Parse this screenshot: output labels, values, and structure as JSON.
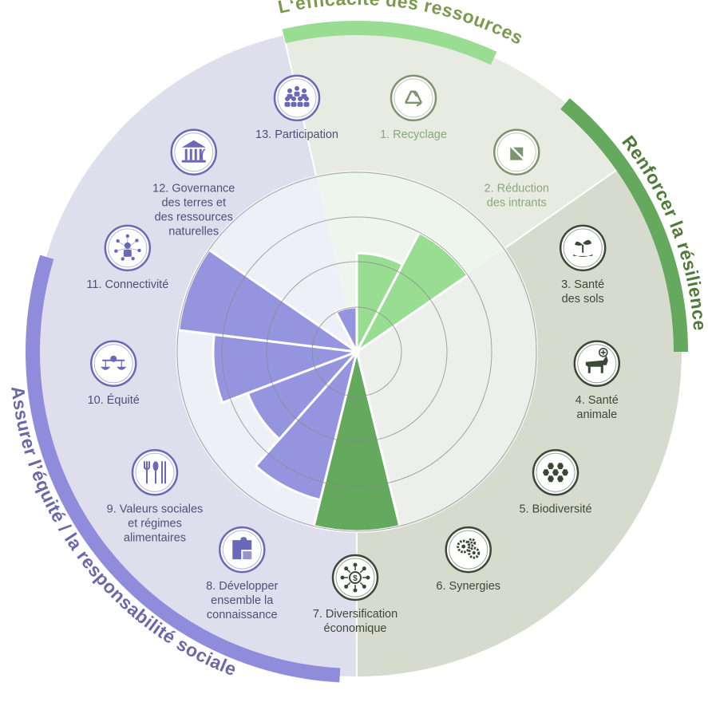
{
  "groups": {
    "resources": {
      "title": "L‘efficacité des ressources",
      "color": "#7a9a4e",
      "band": "#99dd93"
    },
    "resilience": {
      "title": "Renforcer la résilience",
      "color": "#4f7a3a",
      "band": "#64a95e"
    },
    "equity": {
      "title": "Assurer l’équité / la responsabilité sociale",
      "color": "#6b68a8",
      "band": "#8f8ddb"
    }
  },
  "principles": [
    {
      "id": 1,
      "lines": [
        "1. Recyclage"
      ],
      "icon": "recycle-icon",
      "value": 0.55,
      "color": "#99dd93"
    },
    {
      "id": 2,
      "lines": [
        "2. Réduction",
        "des intrants"
      ],
      "icon": "input-reduction-icon",
      "value": 0.75,
      "color": "#99dd93"
    },
    {
      "id": 3,
      "lines": [
        "3. Santé",
        "des sols"
      ],
      "icon": "soil-plant-icon",
      "value": 0,
      "color": "#64a95e"
    },
    {
      "id": 4,
      "lines": [
        "4. Santé",
        "animale"
      ],
      "icon": "cow-icon",
      "value": 0,
      "color": "#64a95e"
    },
    {
      "id": 5,
      "lines": [
        "5. Biodiversité"
      ],
      "icon": "biodiversity-icon",
      "value": 0,
      "color": "#64a95e"
    },
    {
      "id": 6,
      "lines": [
        "6. Synergies"
      ],
      "icon": "gears-icon",
      "value": 0,
      "color": "#64a95e"
    },
    {
      "id": 7,
      "lines": [
        "7. Diversification",
        "économique"
      ],
      "icon": "economic-network-icon",
      "value": 1.0,
      "color": "#64a95e"
    },
    {
      "id": 8,
      "lines": [
        "8. Développer",
        "ensemble la",
        "connaissance"
      ],
      "icon": "puzzle-icon",
      "value": 0.85,
      "color": "#9594de"
    },
    {
      "id": 9,
      "lines": [
        "9. Valeurs sociales",
        "et régimes",
        "alimentaires"
      ],
      "icon": "cutlery-icon",
      "value": 0.65,
      "color": "#9594de"
    },
    {
      "id": 10,
      "lines": [
        "10. Équité"
      ],
      "icon": "scales-icon",
      "value": 0.8,
      "color": "#9594de"
    },
    {
      "id": 11,
      "lines": [
        "11. Connectivité"
      ],
      "icon": "network-people-icon",
      "value": 1.0,
      "color": "#9594de"
    },
    {
      "id": 12,
      "lines": [
        "12. Governance",
        "des terres et",
        "des ressources",
        "naturelles"
      ],
      "icon": "institution-icon",
      "value": 0,
      "color": "#9594de"
    },
    {
      "id": 13,
      "lines": [
        "13. Participation"
      ],
      "icon": "people-group-icon",
      "value": 0.25,
      "color": "#9594de"
    }
  ],
  "colors": {
    "resources_bg": "#e8ebe1",
    "resilience_bg": "#d6dbcd",
    "equity_bg": "#dedeed",
    "inner_white": "#ffffff",
    "inner_resources": "#eef5ec",
    "inner_resilience": "#edf0ea",
    "inner_equity": "#efeff8",
    "ring_line": "#8a8a8a",
    "icon_resources": "#7d9470",
    "icon_resilience": "#3a4a36",
    "icon_equity": "#6a69b7"
  }
}
